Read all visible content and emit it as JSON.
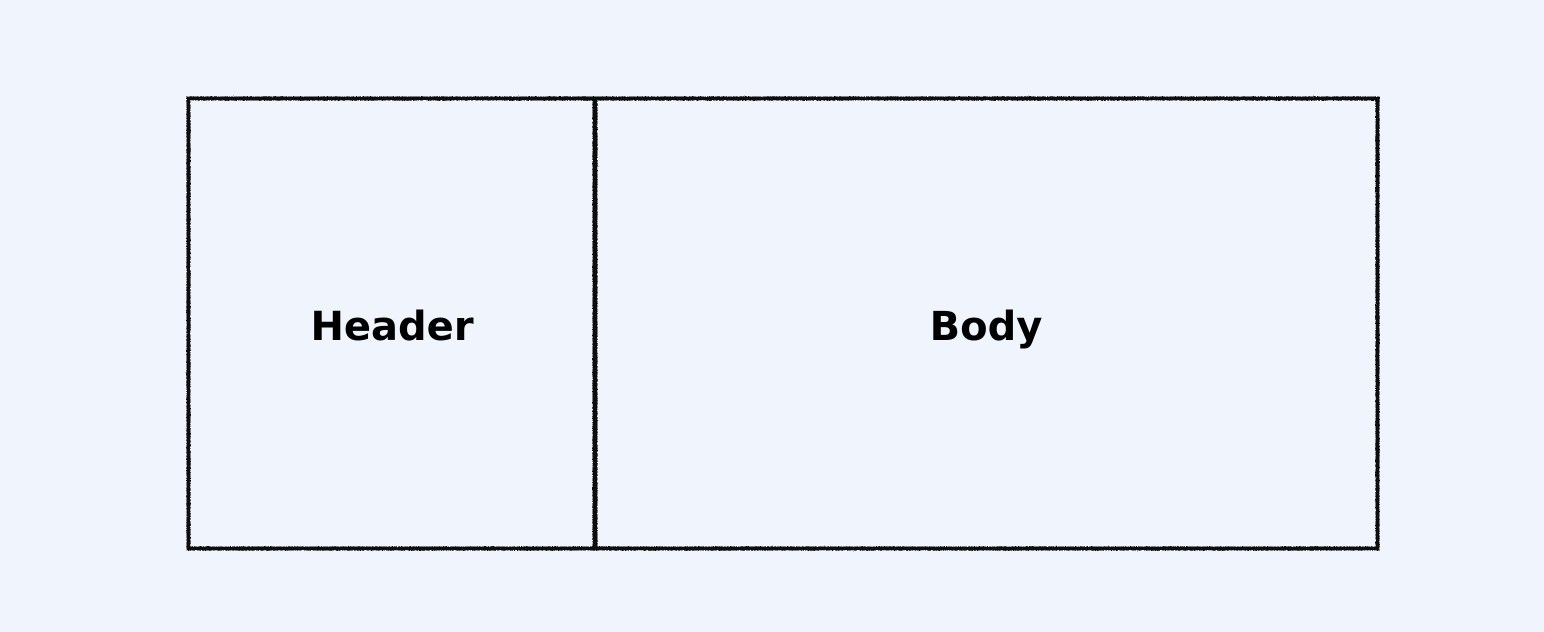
{
  "colors": {
    "background": "#eff4fd",
    "stroke": "#111111",
    "text": "#000000"
  },
  "diagram": {
    "boxes": [
      {
        "id": "header",
        "label": "Header"
      },
      {
        "id": "body",
        "label": "Body"
      }
    ]
  }
}
